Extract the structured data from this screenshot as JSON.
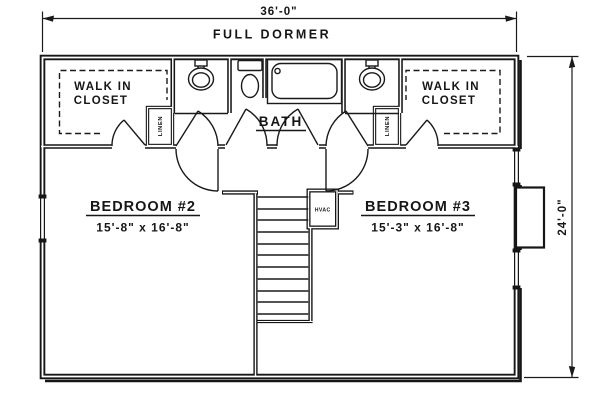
{
  "dimensions": {
    "width": "36'-0\"",
    "height": "24'-0\""
  },
  "dormer_label": "FULL DORMER",
  "rooms": {
    "closet_left": {
      "line1": "WALK IN",
      "line2": "CLOSET"
    },
    "closet_right": {
      "line1": "WALK IN",
      "line2": "CLOSET"
    },
    "bath": {
      "label": "BATH"
    },
    "linen_left": {
      "label": "LINEN"
    },
    "linen_right": {
      "label": "LINEN"
    },
    "hvac": {
      "label": "HVAC"
    },
    "bedroom2": {
      "label": "BEDROOM #2",
      "size": "15'-8\" x 16'-8\""
    },
    "bedroom3": {
      "label": "BEDROOM #3",
      "size": "15'-3\" x 16'-8\""
    }
  },
  "colors": {
    "line": "#1a1a1a",
    "background": "#ffffff"
  }
}
